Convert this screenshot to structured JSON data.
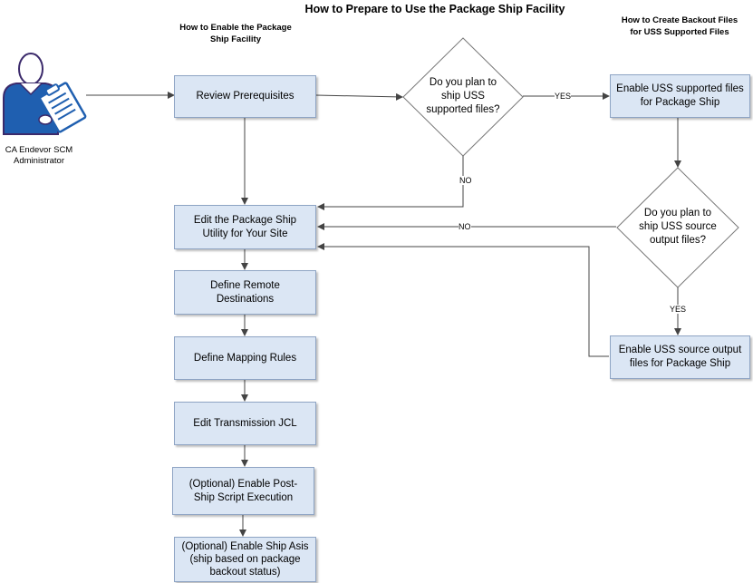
{
  "title": "How to Prepare to Use the Package Ship Facility",
  "left_column_title": "How to Enable the Package\nShip Facility",
  "right_column_title": "How to Create Backout Files\nfor USS Supported Files",
  "actor": {
    "label": "CA Endevor SCM\nAdministrator",
    "icon": "administrator-with-clipboard-icon"
  },
  "steps": {
    "review": "Review Prerequisites",
    "edit_utility": "Edit the Package Ship\nUtility for Your Site",
    "define_destinations": "Define Remote\nDestinations",
    "define_mapping": "Define Mapping Rules",
    "edit_jcl": "Edit Transmission JCL",
    "post_ship": "(Optional) Enable Post-\nShip Script Execution",
    "ship_asis": "(Optional) Enable Ship Asis\n(ship based on package\nbackout status)",
    "enable_uss_supported": "Enable USS supported files\nfor Package Ship",
    "enable_uss_output": "Enable USS source output\nfiles for Package Ship"
  },
  "decisions": {
    "uss_supported": "Do you plan to\nship USS\nsupported files?",
    "uss_source": "Do you plan to\nship USS source\noutput  files?"
  },
  "edge_labels": {
    "yes_1": "YES",
    "no_1": "NO",
    "no_2": "NO",
    "yes_2": "YES"
  },
  "colors": {
    "box_fill": "#dbe6f4",
    "box_border": "#8ea4c4",
    "line": "#444444",
    "actor_blue": "#1f5fb0",
    "actor_outline": "#3b2a6b"
  }
}
